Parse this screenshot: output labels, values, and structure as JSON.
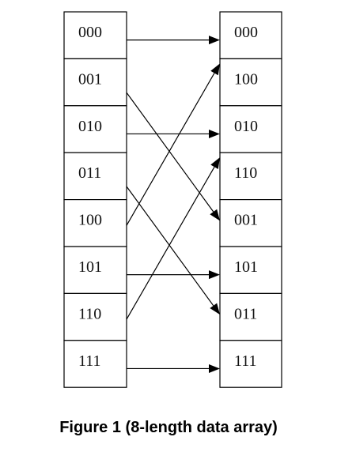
{
  "left_column": [
    "000",
    "001",
    "010",
    "011",
    "100",
    "101",
    "110",
    "111"
  ],
  "right_column": [
    "000",
    "100",
    "010",
    "110",
    "001",
    "101",
    "011",
    "111"
  ],
  "mappings": [
    {
      "from": 0,
      "to": 0
    },
    {
      "from": 1,
      "to": 4
    },
    {
      "from": 2,
      "to": 2
    },
    {
      "from": 3,
      "to": 6
    },
    {
      "from": 4,
      "to": 1
    },
    {
      "from": 5,
      "to": 5
    },
    {
      "from": 6,
      "to": 3
    },
    {
      "from": 7,
      "to": 7
    }
  ],
  "caption": "Figure 1 (8-length data array)",
  "colors": {
    "stroke": "#000000",
    "background": "#ffffff"
  }
}
